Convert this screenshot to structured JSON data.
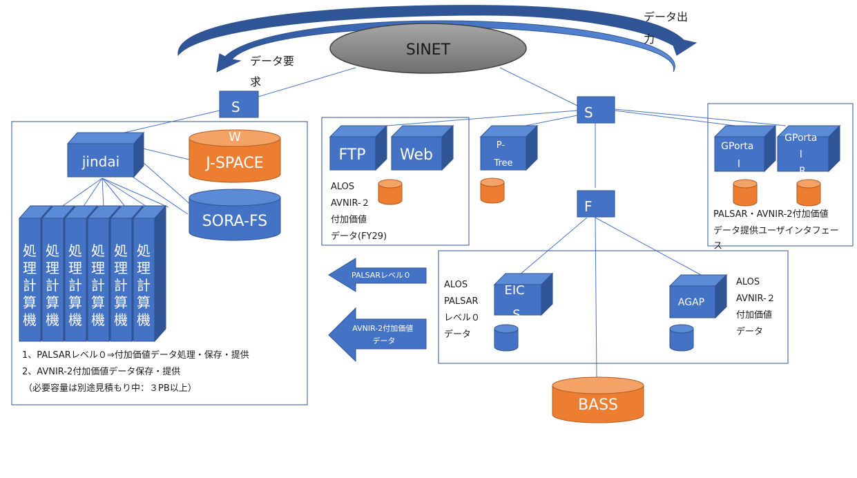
{
  "arrow_labels": {
    "data_output": [
      "データ出",
      "力"
    ],
    "data_request": [
      "データ要",
      "求"
    ]
  },
  "network": {
    "sinet": "SINET",
    "switch_label": "S",
    "fiber_label": "F"
  },
  "left_group": {
    "jindai": "jindai",
    "jspace_top": "W",
    "jspace": "J-SPACE",
    "sorafs": "SORA-FS",
    "compute_node": [
      "処",
      "理",
      "計",
      "算",
      "機"
    ],
    "notes": [
      "1、PALSARレベル０⇒付加価値データ処理・保存・提供",
      "2、AVNIR-2付加価値データ保存・提供",
      "（必要容量は別途見積もり中：３PB以上）"
    ]
  },
  "ftp_group": {
    "ftp": "FTP",
    "web": "Web",
    "caption": [
      "ALOS",
      "AVNIR-２",
      "付加価値",
      "データ(FY29)"
    ]
  },
  "ptree": [
    "P-",
    "Tree"
  ],
  "gportal": {
    "node1": [
      "GPorta",
      "l"
    ],
    "node2": [
      "GPorta",
      "l",
      "R"
    ],
    "caption": [
      "PALSAR・AVNIR-2付加価値",
      "データ提供ユーザインタフェー",
      "ス"
    ]
  },
  "bottom_group": {
    "eics": [
      "EIC",
      "S"
    ],
    "agap": "AGAP",
    "left_caption": [
      "ALOS",
      "PALSAR",
      "レベル０",
      "データ"
    ],
    "right_caption": [
      "ALOS",
      "AVNIR-２",
      "付加価値",
      "データ"
    ]
  },
  "flow_arrows": {
    "palsar": "PALSARレベル０",
    "avnir": [
      "AVNIR-2付加価値",
      "データ"
    ]
  },
  "bass": "BASS",
  "colors": {
    "box_front": "#4472c4",
    "box_side": "#2f5597",
    "box_top": "#5b8ad6",
    "orange": "#ed7d31",
    "orange_top": "#f4a266",
    "sinet": "#7f7f7f",
    "stroke": "#2f528f"
  }
}
